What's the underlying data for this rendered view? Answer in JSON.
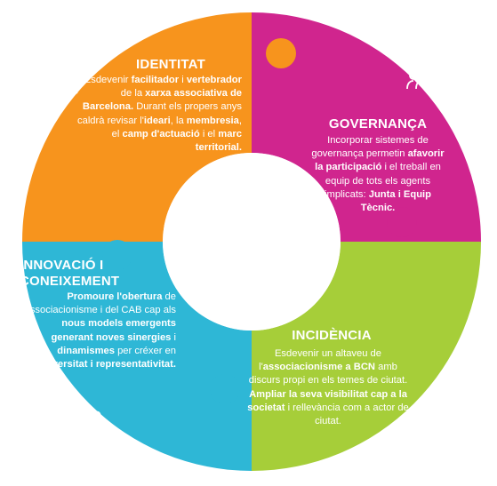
{
  "colors": {
    "identitat": "#F7941D",
    "governanca": "#D0258E",
    "incidencia": "#A6CE39",
    "innovacio": "#2EB7D6",
    "center": "#FFFFFF",
    "text": "#FFFFFF"
  },
  "segments": {
    "identitat": {
      "title": "IDENTITAT",
      "icon": "gears-icon",
      "body": [
        {
          "t": "Esdevenir ",
          "b": false
        },
        {
          "t": "facilitador",
          "b": true
        },
        {
          "t": " i ",
          "b": false
        },
        {
          "t": "vertebrador",
          "b": true
        },
        {
          "t": " de la ",
          "b": false
        },
        {
          "t": "xarxa associativa de Barcelona.",
          "b": true
        },
        {
          "t": " Durant els propers anys caldrà revisar l'",
          "b": false
        },
        {
          "t": "ideari",
          "b": true
        },
        {
          "t": ", la ",
          "b": false
        },
        {
          "t": "membresia",
          "b": true
        },
        {
          "t": ", el ",
          "b": false
        },
        {
          "t": "camp d'actuació",
          "b": true
        },
        {
          "t": " i el ",
          "b": false
        },
        {
          "t": "marc territorial.",
          "b": true
        }
      ]
    },
    "governanca": {
      "title": "GOVERNANÇA",
      "icon": "people-group-icon",
      "body": [
        {
          "t": "Incorporar sistemes de governança permetin ",
          "b": false
        },
        {
          "t": "afavorir la participació",
          "b": true
        },
        {
          "t": " i el treball en equip de tots els agents implicats: ",
          "b": false
        },
        {
          "t": "Junta i Equip Tècnic.",
          "b": true
        }
      ]
    },
    "incidencia": {
      "title": "INCIDÈNCIA",
      "icon": "megaphone-icon",
      "body": [
        {
          "t": "Esdevenir un altaveu de l'",
          "b": false
        },
        {
          "t": "associacionisme a BCN",
          "b": true
        },
        {
          "t": " amb discurs propi en els temes de ciutat. ",
          "b": false
        },
        {
          "t": "Ampliar la seva visibilitat cap a la societat",
          "b": true
        },
        {
          "t": " i rellevància com a actor de ciutat.",
          "b": false
        }
      ]
    },
    "innovacio": {
      "title_line1": "INNOVACIÓ I",
      "title_line2": "CONEIXEMENT",
      "icon": "network-icon",
      "body": [
        {
          "t": "Promoure l'obertura",
          "b": true
        },
        {
          "t": " de l'associacionisme i del CAB cap als ",
          "b": false
        },
        {
          "t": "nous models emergents generant noves sinergies",
          "b": true
        },
        {
          "t": " i ",
          "b": false
        },
        {
          "t": "dinamismes",
          "b": true
        },
        {
          "t": " per créxer en ",
          "b": false
        },
        {
          "t": "diversitat i representativitat.",
          "b": true
        }
      ]
    }
  }
}
